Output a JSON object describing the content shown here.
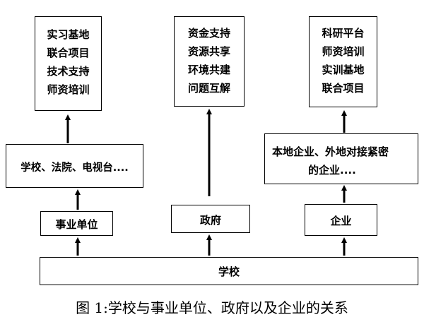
{
  "top_boxes": {
    "left": [
      "实习基地",
      "联合项目",
      "技术支持",
      "师资培训"
    ],
    "middle": [
      "资金支持",
      "资源共享",
      "环境共建",
      "问题互解"
    ],
    "right": [
      "科研平台",
      "师资培训",
      "实训基地",
      "联合项目"
    ]
  },
  "middle_boxes": {
    "left": "学校、法院、电视台....",
    "right": [
      "本地企业、外地对接紧密",
      "的企业...."
    ]
  },
  "lower_boxes": {
    "left": "事业单位",
    "middle": "政府",
    "right": "企业"
  },
  "bottom_box": "学校",
  "caption": "图 1:学校与事业单位、政府以及企业的关系",
  "colors": {
    "line": "#000000",
    "background": "#ffffff"
  }
}
